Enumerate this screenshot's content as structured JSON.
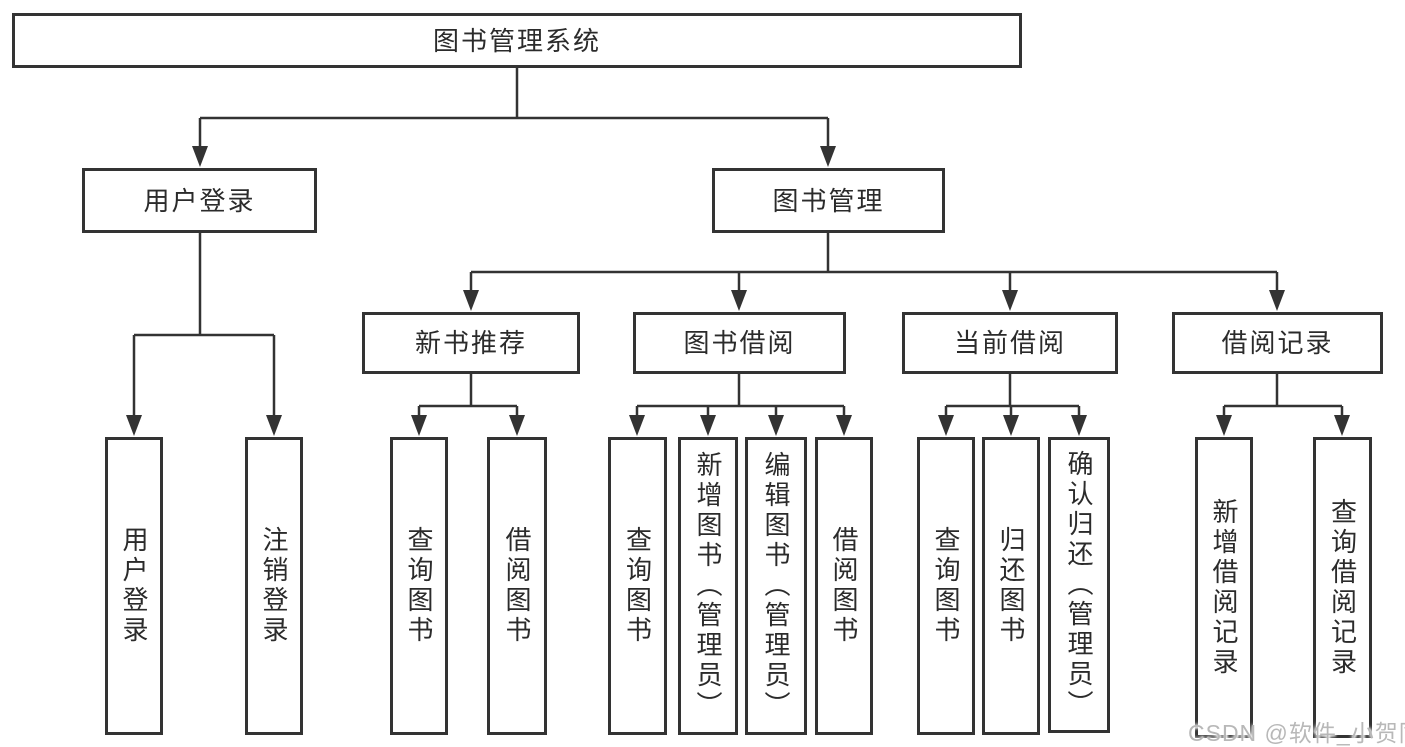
{
  "diagram": {
    "root": {
      "label": "图书管理系统"
    },
    "level2": [
      {
        "label": "用户登录"
      },
      {
        "label": "图书管理"
      }
    ],
    "level3": [
      {
        "label": "新书推荐"
      },
      {
        "label": "图书借阅"
      },
      {
        "label": "当前借阅"
      },
      {
        "label": "借阅记录"
      }
    ],
    "leaves": {
      "user_login": [
        {
          "label": "用户登录"
        },
        {
          "label": "注销登录"
        }
      ],
      "new_book_rec": [
        {
          "label": "查询图书"
        },
        {
          "label": "借阅图书"
        }
      ],
      "book_borrow": [
        {
          "label": "查询图书"
        },
        {
          "label": "新增图书（管理员）"
        },
        {
          "label": "编辑图书（管理员）"
        },
        {
          "label": "借阅图书"
        }
      ],
      "current_borrow": [
        {
          "label": "查询图书"
        },
        {
          "label": "归还图书"
        },
        {
          "label": "确认归还（管理员）"
        }
      ],
      "borrow_record": [
        {
          "label": "新增借阅记录"
        },
        {
          "label": "查询借阅记录"
        }
      ]
    },
    "watermark": "CSDN @软件_小贺同学",
    "colors": {
      "line": "#333333",
      "text": "#2b2b2b",
      "watermark": "#b8b8b8",
      "background": "#ffffff"
    }
  }
}
